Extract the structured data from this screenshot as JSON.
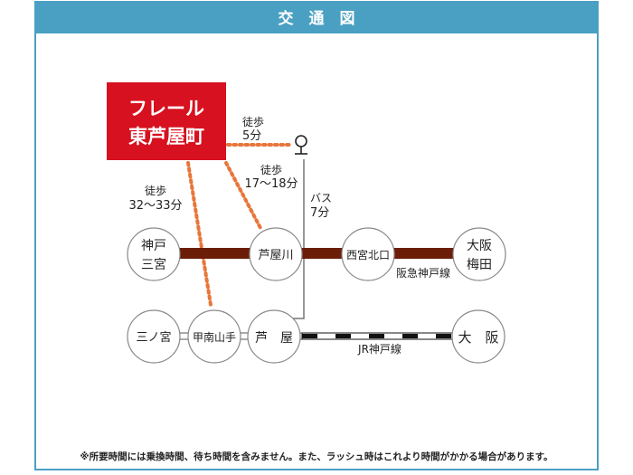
{
  "header": {
    "title": "交　通　図"
  },
  "property": {
    "line1": "フレール",
    "line2": "東芦屋町"
  },
  "routes": {
    "walk_bus": {
      "label": "徒歩",
      "time": "5分"
    },
    "walk_ashiyagawa": {
      "label": "徒歩",
      "time": "17〜18分"
    },
    "walk_konan": {
      "label": "徒歩",
      "time": "32〜33分"
    },
    "bus": {
      "label": "バス",
      "time": "7分"
    }
  },
  "stations": {
    "kobe_sannomiya": [
      "神戸",
      "三宮"
    ],
    "ashiyagawa": "芦屋川",
    "nishinomiya_kitaguchi": "西宮北口",
    "osaka_umeda": [
      "大阪",
      "梅田"
    ],
    "sannomiya": "三ノ宮",
    "konan_yamate": "甲南山手",
    "ashiya": "芦　屋",
    "osaka": "大　阪"
  },
  "lines": {
    "hankyu": "阪急神戸線",
    "jr": "JR神戸線"
  },
  "footnote": "※所要時間には乗換時間、待ち時間を含みません。また、ラッシュ時はこれより時間がかかる場合があります。",
  "colors": {
    "header": "#4aa0c2",
    "property": "#d7111f",
    "hankyu": "#6b1d08",
    "walk": "#e8763a"
  }
}
